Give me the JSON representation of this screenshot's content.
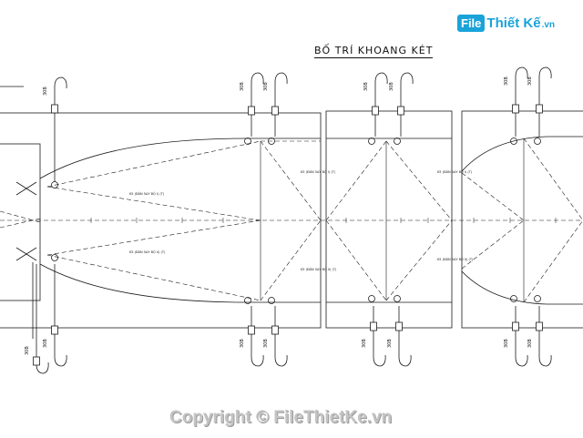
{
  "logo": {
    "brand": "File",
    "name": "Thiết Kế",
    "tld": ".vn",
    "color": "#1aa3d9"
  },
  "title": "BỐ TRÍ KHOANG KÉT",
  "copyright": "Copyright © FileThietKe.vn",
  "labels": {
    "pile_tag": "30B",
    "line_note_upper": "K5 (ĐÂN 5ΔY BỘ I) (T)",
    "line_note_lower": "K5 (ĐÂN 5ΔY BỘ II) (T)"
  },
  "colors": {
    "line": "#1a1a1a",
    "background": "#ffffff",
    "watermark": "#c4c4c4"
  }
}
